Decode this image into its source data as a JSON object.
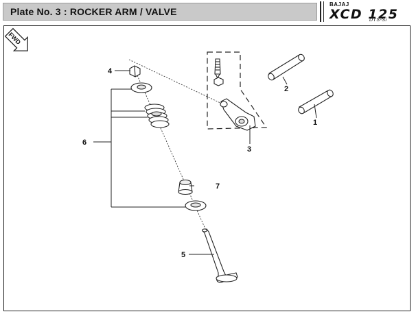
{
  "header": {
    "title": "Plate No. 3  : ROCKER ARM / VALVE",
    "brand_maker": "BAJAJ",
    "brand_model": "XCD 125",
    "brand_sub": "DTS-Si"
  },
  "fwd_label": "FWD",
  "callouts": {
    "p1": "1",
    "p2": "2",
    "p3": "3",
    "p4": "4",
    "p5": "5",
    "p6": "6",
    "p7": "7"
  },
  "colors": {
    "title_bg": "#c9c9c9",
    "line": "#222222"
  }
}
